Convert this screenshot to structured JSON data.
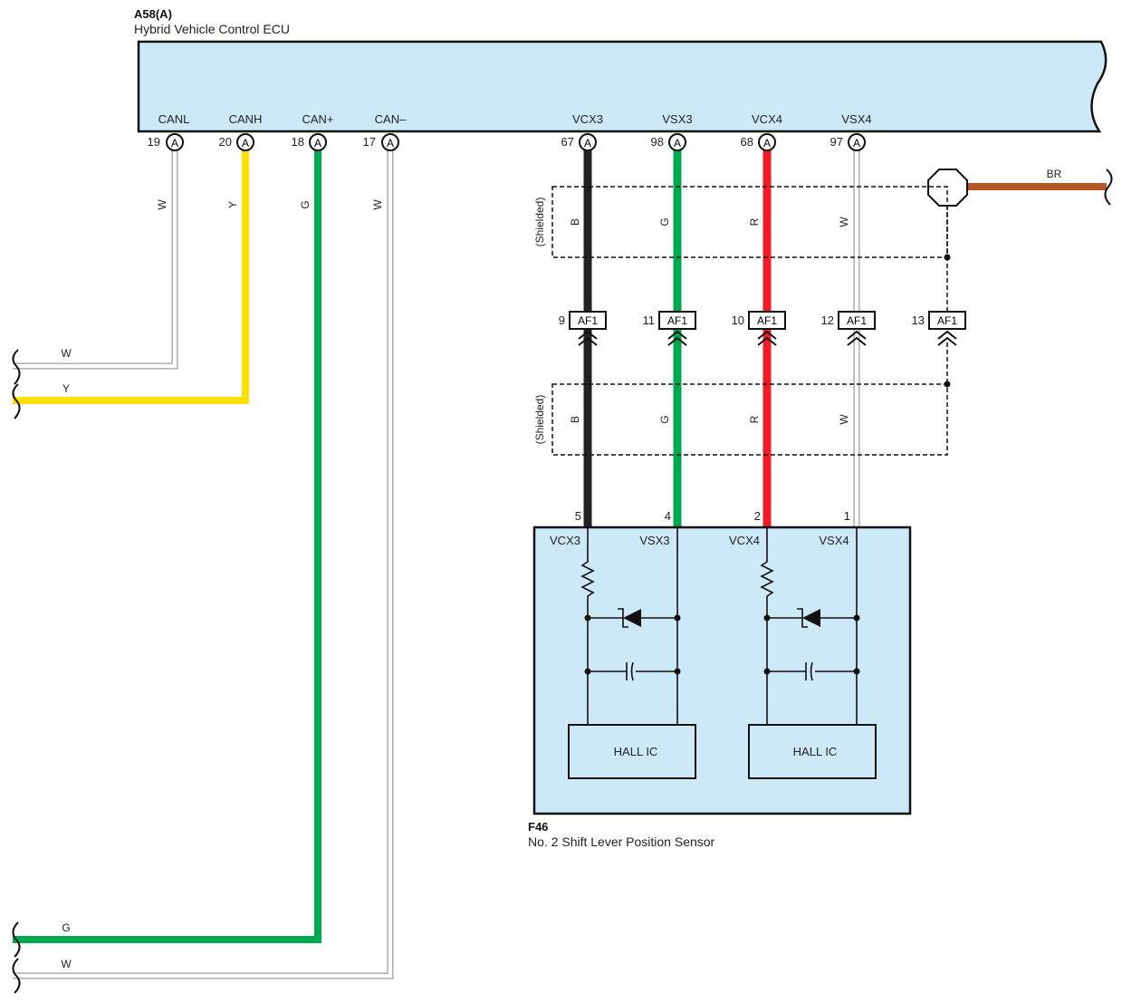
{
  "ecu": {
    "code": "A58(A)",
    "name": "Hybrid Vehicle Control ECU",
    "terminals": [
      {
        "name": "CANL",
        "pin": "19",
        "conn": "A"
      },
      {
        "name": "CANH",
        "pin": "20",
        "conn": "A"
      },
      {
        "name": "CAN+",
        "pin": "18",
        "conn": "A"
      },
      {
        "name": "CAN–",
        "pin": "17",
        "conn": "A"
      },
      {
        "name": "VCX3",
        "pin": "67",
        "conn": "A"
      },
      {
        "name": "VSX3",
        "pin": "98",
        "conn": "A"
      },
      {
        "name": "VCX4",
        "pin": "68",
        "conn": "A"
      },
      {
        "name": "VSX4",
        "pin": "97",
        "conn": "A"
      }
    ]
  },
  "wire_labels": {
    "canl": "W",
    "canh": "Y",
    "canp": "G",
    "canm": "W",
    "left_w_top": "W",
    "left_y": "Y",
    "left_g": "G",
    "left_w_bottom": "W",
    "upper": [
      "B",
      "G",
      "R",
      "W"
    ],
    "lower": [
      "B",
      "G",
      "R",
      "W"
    ],
    "ground": "BR"
  },
  "shielded": "(Shielded)",
  "junction": {
    "name": "AF1",
    "pins": [
      "9",
      "11",
      "10",
      "12",
      "13"
    ]
  },
  "sensor": {
    "code": "F46",
    "name": "No.  2 Shift Lever Position Sensor",
    "pins": [
      "5",
      "4",
      "2",
      "1"
    ],
    "terminals": [
      "VCX3",
      "VSX3",
      "VCX4",
      "VSX4"
    ],
    "ic_label_1": "HALL IC",
    "ic_label_2": "HALL IC"
  },
  "colors": {
    "ecu_fill": "#cde9f7",
    "white_wire": "#bdbdbd",
    "yellow": "#ffe000",
    "green": "#00a84f",
    "red": "#ee1c25",
    "black": "#222222",
    "brown": "#b0582a"
  }
}
